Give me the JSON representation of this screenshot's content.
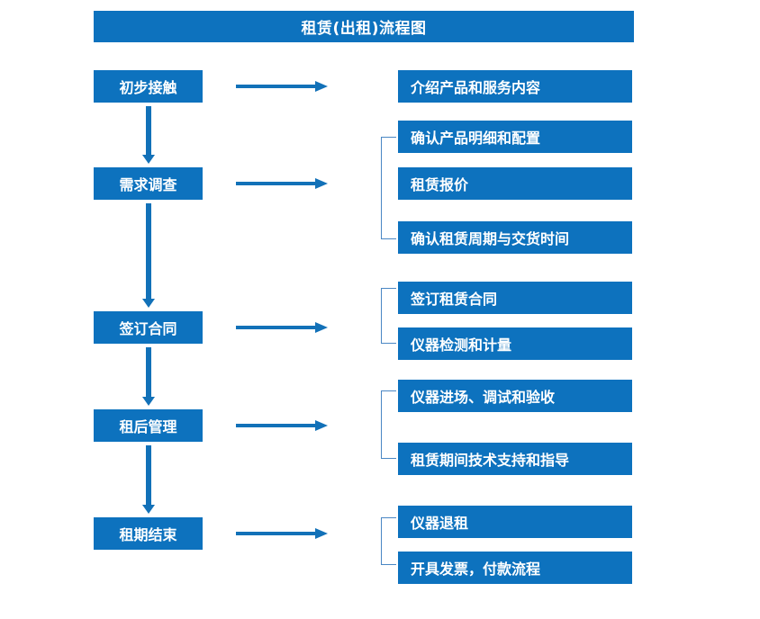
{
  "title": "租赁(出租)流程图",
  "accent_color": "#0d72be",
  "arrow_color": "#1271b8",
  "bracket_color": "#4a87c4",
  "stages": [
    {
      "label": "初步接触"
    },
    {
      "label": "需求调查"
    },
    {
      "label": "签订合同"
    },
    {
      "label": "租后管理"
    },
    {
      "label": "租期结束"
    }
  ],
  "details": [
    {
      "label": "介绍产品和服务内容"
    },
    {
      "label": "确认产品明细和配置"
    },
    {
      "label": "租赁报价"
    },
    {
      "label": "确认租赁周期与交货时间"
    },
    {
      "label": "签订租赁合同"
    },
    {
      "label": "仪器检测和计量"
    },
    {
      "label": "仪器进场、调试和验收"
    },
    {
      "label": "租赁期间技术支持和指导"
    },
    {
      "label": "仪器退租"
    },
    {
      "label": "开具发票，付款流程"
    }
  ],
  "flow": [
    {
      "stage": "初步接触",
      "outputs": [
        "介绍产品和服务内容"
      ],
      "bracketed": false
    },
    {
      "stage": "需求调查",
      "outputs": [
        "确认产品明细和配置",
        "租赁报价",
        "确认租赁周期与交货时间"
      ],
      "bracketed": true
    },
    {
      "stage": "签订合同",
      "outputs": [
        "签订租赁合同",
        "仪器检测和计量"
      ],
      "bracketed": true
    },
    {
      "stage": "租后管理",
      "outputs": [
        "仪器进场、调试和验收",
        "租赁期间技术支持和指导"
      ],
      "bracketed": true
    },
    {
      "stage": "租期结束",
      "outputs": [
        "仪器退租",
        "开具发票，付款流程"
      ],
      "bracketed": true
    }
  ]
}
